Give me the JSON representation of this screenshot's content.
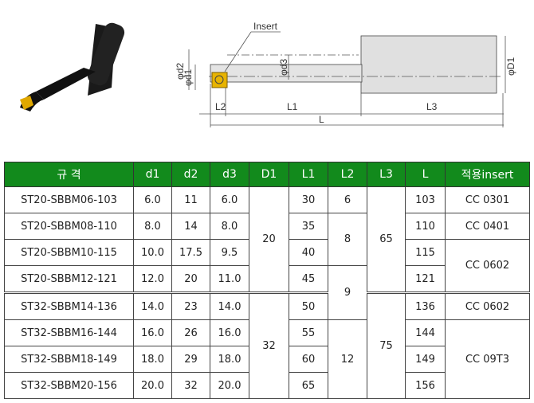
{
  "drawing": {
    "insert_label": "Insert",
    "labels": {
      "d2": "φd2",
      "d1": "φd1",
      "d3": "φd3",
      "D1": "φD1",
      "L2": "L2",
      "L1": "L1",
      "L3": "L3",
      "L": "L"
    }
  },
  "table": {
    "headers": [
      "규 격",
      "d1",
      "d2",
      "d3",
      "D1",
      "L1",
      "L2",
      "L3",
      "L",
      "적용insert"
    ],
    "rows": [
      {
        "spec": "ST20-SBBM06-103",
        "d1": "6.0",
        "d2": "11",
        "d3": "6.0",
        "L1": "30",
        "L": "103"
      },
      {
        "spec": "ST20-SBBM08-110",
        "d1": "8.0",
        "d2": "14",
        "d3": "8.0",
        "L1": "35",
        "L": "110"
      },
      {
        "spec": "ST20-SBBM10-115",
        "d1": "10.0",
        "d2": "17.5",
        "d3": "9.5",
        "L1": "40",
        "L": "115"
      },
      {
        "spec": "ST20-SBBM12-121",
        "d1": "12.0",
        "d2": "20",
        "d3": "11.0",
        "L1": "45",
        "L": "121"
      },
      {
        "spec": "ST32-SBBM14-136",
        "d1": "14.0",
        "d2": "23",
        "d3": "14.0",
        "L1": "50",
        "L": "136"
      },
      {
        "spec": "ST32-SBBM16-144",
        "d1": "16.0",
        "d2": "26",
        "d3": "16.0",
        "L1": "55",
        "L": "144"
      },
      {
        "spec": "ST32-SBBM18-149",
        "d1": "18.0",
        "d2": "29",
        "d3": "18.0",
        "L1": "60",
        "L": "149"
      },
      {
        "spec": "ST32-SBBM20-156",
        "d1": "20.0",
        "d2": "32",
        "d3": "20.0",
        "L1": "65",
        "L": "156"
      }
    ],
    "D1": [
      "20",
      "32"
    ],
    "L2": [
      "6",
      "8",
      "9",
      "12"
    ],
    "L3": [
      "65",
      "75"
    ],
    "insert": [
      "CC 0301",
      "CC 0401",
      "CC 0602",
      "CC 0602",
      "CC 09T3"
    ]
  }
}
